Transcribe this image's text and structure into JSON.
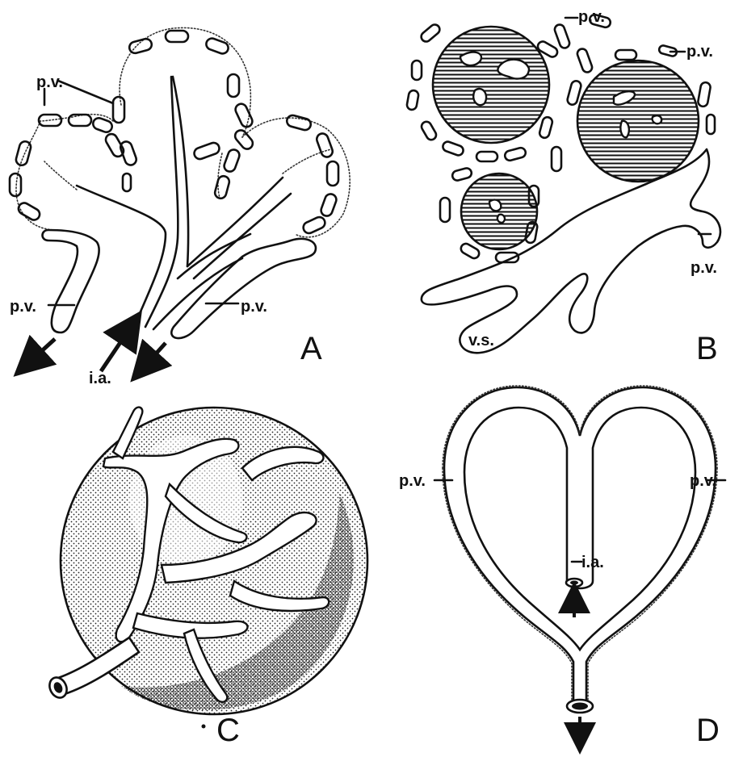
{
  "panels": [
    {
      "id": "A",
      "letter": "A",
      "labels": [
        "p.v.",
        "p.v.",
        "p.v.",
        "i.a."
      ]
    },
    {
      "id": "B",
      "letter": "B",
      "labels": [
        "p.v.",
        "p.v.",
        "p.v.",
        "v.s."
      ]
    },
    {
      "id": "C",
      "letter": "C",
      "labels": []
    },
    {
      "id": "D",
      "letter": "D",
      "labels": [
        "p.v.",
        "p.v.",
        "i.a."
      ]
    }
  ],
  "colors": {
    "ink": "#111111",
    "background": "#ffffff"
  }
}
